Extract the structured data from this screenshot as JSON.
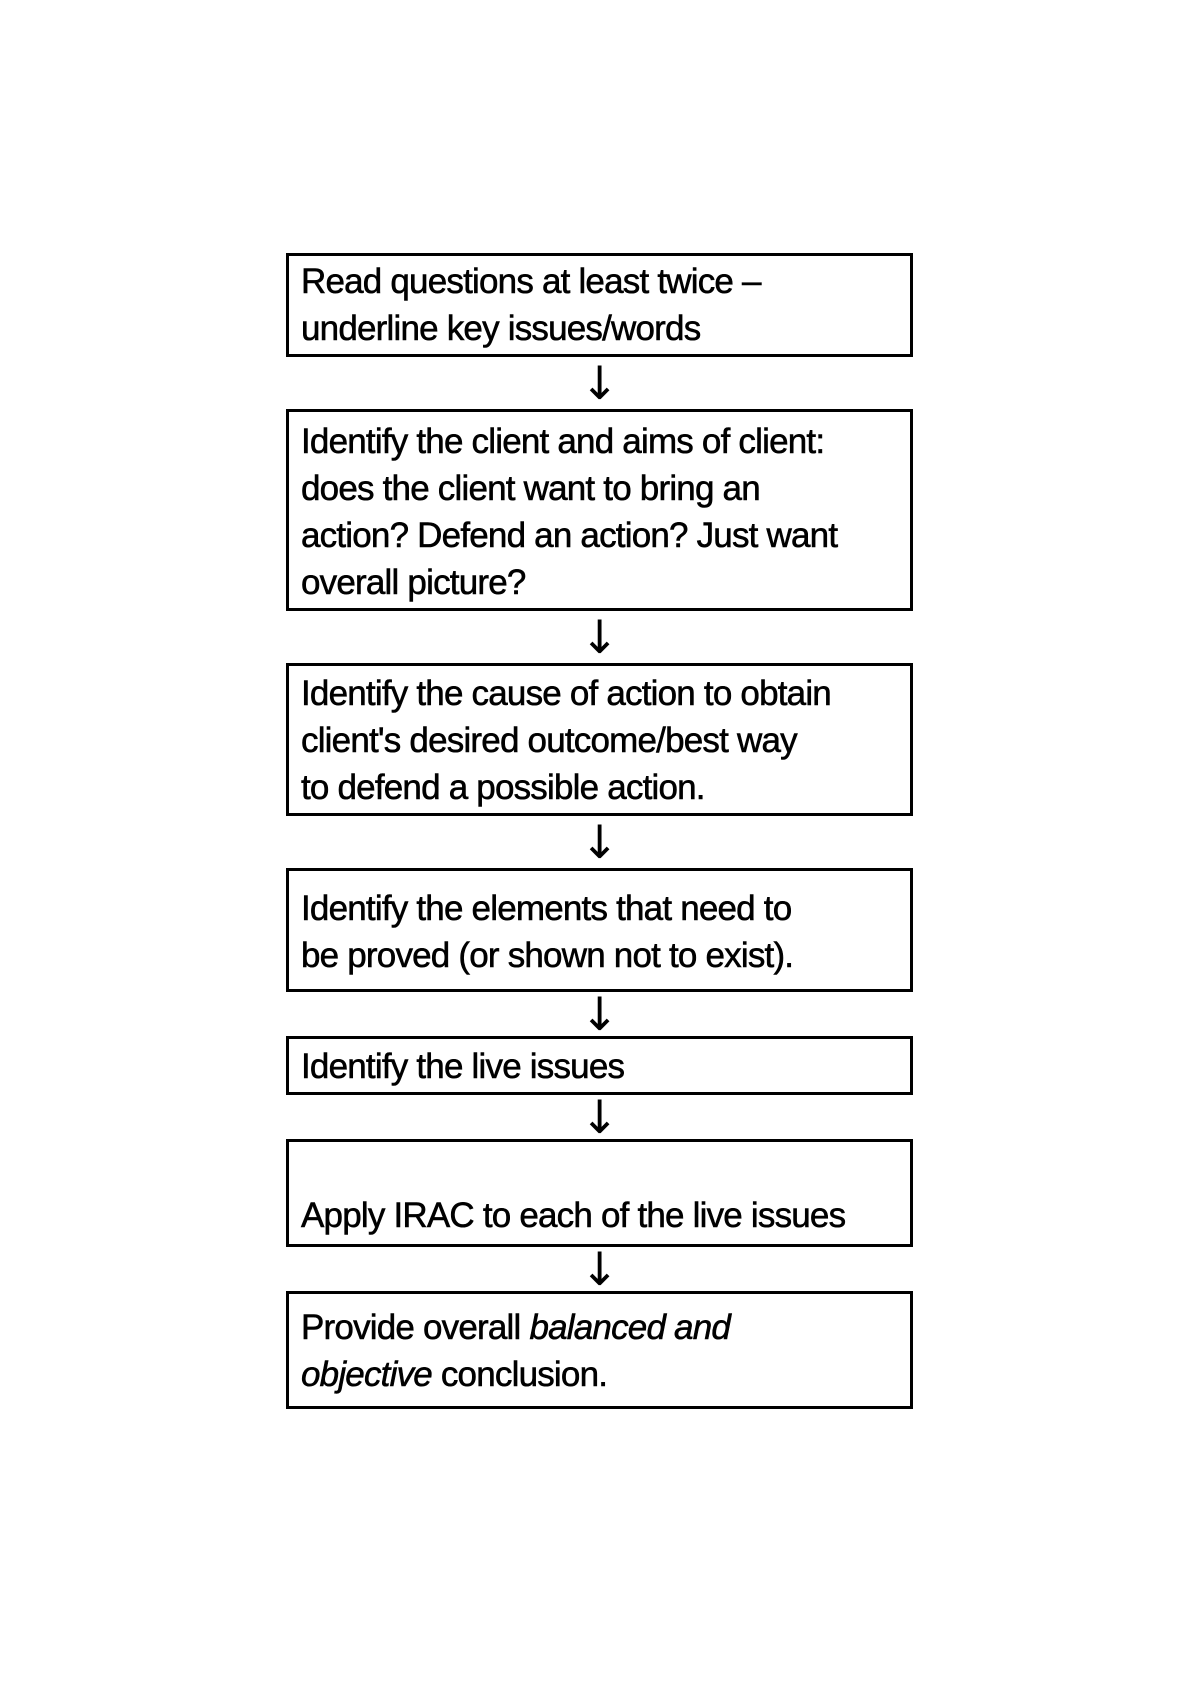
{
  "page": {
    "background_color": "#ffffff",
    "text_color": "#000000",
    "border_color": "#000000"
  },
  "flow": {
    "arrow_symbol": "↓",
    "boxes": [
      {
        "name": "read-questions",
        "lines": [
          {
            "segments": [
              {
                "text": "Read questions at least twice –",
                "italic": false
              }
            ]
          },
          {
            "segments": [
              {
                "text": "underline key issues/words",
                "italic": false
              }
            ]
          }
        ]
      },
      {
        "name": "identify-client",
        "lines": [
          {
            "segments": [
              {
                "text": "Identify the client and aims of client:",
                "italic": false
              }
            ]
          },
          {
            "segments": [
              {
                "text": "does the client want to bring an",
                "italic": false
              }
            ]
          },
          {
            "segments": [
              {
                "text": "action? Defend an action? Just want",
                "italic": false
              }
            ]
          },
          {
            "segments": [
              {
                "text": "overall picture?",
                "italic": false
              }
            ]
          }
        ]
      },
      {
        "name": "identify-cause-of-action",
        "lines": [
          {
            "segments": [
              {
                "text": "Identify the cause of action to obtain",
                "italic": false
              }
            ]
          },
          {
            "segments": [
              {
                "text": "client's desired outcome/best way",
                "italic": false
              }
            ]
          },
          {
            "segments": [
              {
                "text": "to defend a possible action.",
                "italic": false
              }
            ]
          }
        ]
      },
      {
        "name": "identify-elements",
        "lines": [
          {
            "segments": [
              {
                "text": "Identify the elements that need to",
                "italic": false
              }
            ]
          },
          {
            "segments": [
              {
                "text": "be proved (or shown not to exist).",
                "italic": false
              }
            ]
          }
        ]
      },
      {
        "name": "identify-live-issues",
        "lines": [
          {
            "segments": [
              {
                "text": "Identify the live issues",
                "italic": false
              }
            ]
          }
        ]
      },
      {
        "name": "apply-irac",
        "lines": [
          {
            "segments": [
              {
                "text": "Apply IRAC to each of the live issues",
                "italic": false
              }
            ]
          }
        ]
      },
      {
        "name": "conclusion",
        "lines": [
          {
            "segments": [
              {
                "text": "Provide overall ",
                "italic": false
              },
              {
                "text": "balanced and",
                "italic": true
              }
            ]
          },
          {
            "segments": [
              {
                "text": "objective",
                "italic": true
              },
              {
                "text": " conclusion.",
                "italic": false
              }
            ]
          }
        ]
      }
    ]
  }
}
